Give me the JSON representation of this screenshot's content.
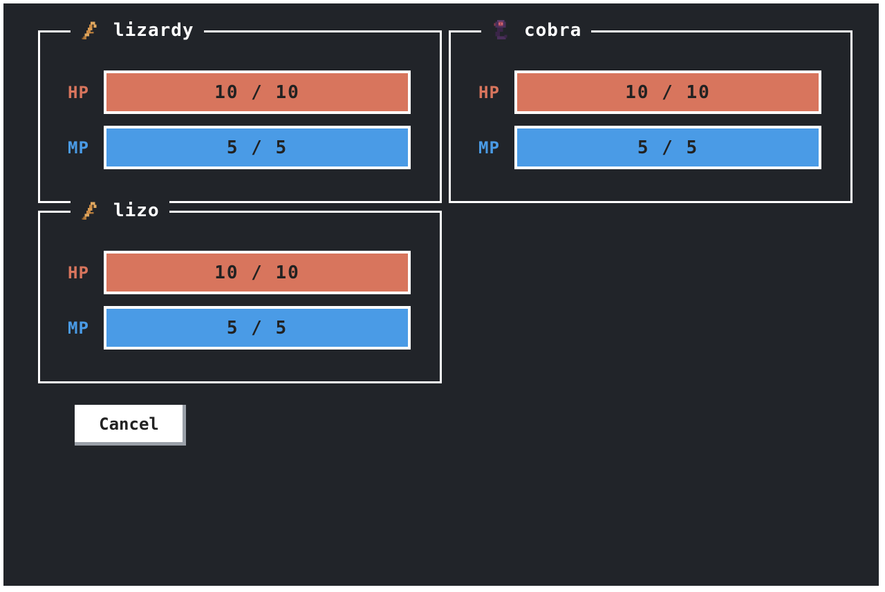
{
  "party": [
    {
      "name": "lizardy",
      "icon": "lizard-icon",
      "hp": {
        "label": "HP",
        "current": 10,
        "max": 10,
        "text": "10 / 10"
      },
      "mp": {
        "label": "MP",
        "current": 5,
        "max": 5,
        "text": "5 / 5"
      }
    },
    {
      "name": "cobra",
      "icon": "cobra-icon",
      "hp": {
        "label": "HP",
        "current": 10,
        "max": 10,
        "text": "10 / 10"
      },
      "mp": {
        "label": "MP",
        "current": 5,
        "max": 5,
        "text": "5 / 5"
      }
    },
    {
      "name": "lizo",
      "icon": "lizard-icon",
      "hp": {
        "label": "HP",
        "current": 10,
        "max": 10,
        "text": "10 / 10"
      },
      "mp": {
        "label": "MP",
        "current": 5,
        "max": 5,
        "text": "5 / 5"
      }
    }
  ],
  "cancel_label": "Cancel",
  "colors": {
    "background": "#212429",
    "hp": "#d8755d",
    "mp": "#4a9be6",
    "border": "#ffffff"
  }
}
